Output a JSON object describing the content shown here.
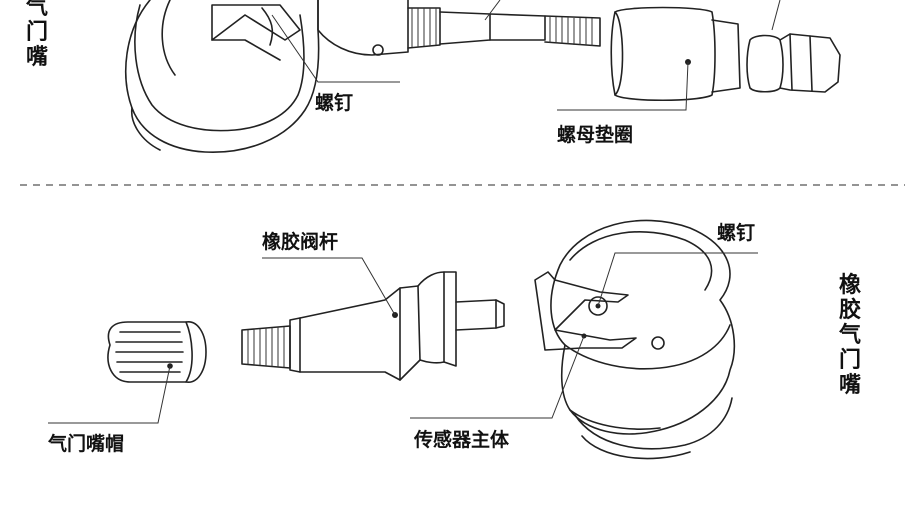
{
  "top_section": {
    "side_label": "气门嘴",
    "screw_label": "螺钉",
    "nut_washer_label": "螺母垫圈"
  },
  "bottom_section": {
    "side_label": "橡胶气门嘴",
    "rubber_stem_label": "橡胶阀杆",
    "screw_label": "螺钉",
    "valve_cap_label": "气门嘴帽",
    "sensor_body_label": "传感器主体"
  }
}
